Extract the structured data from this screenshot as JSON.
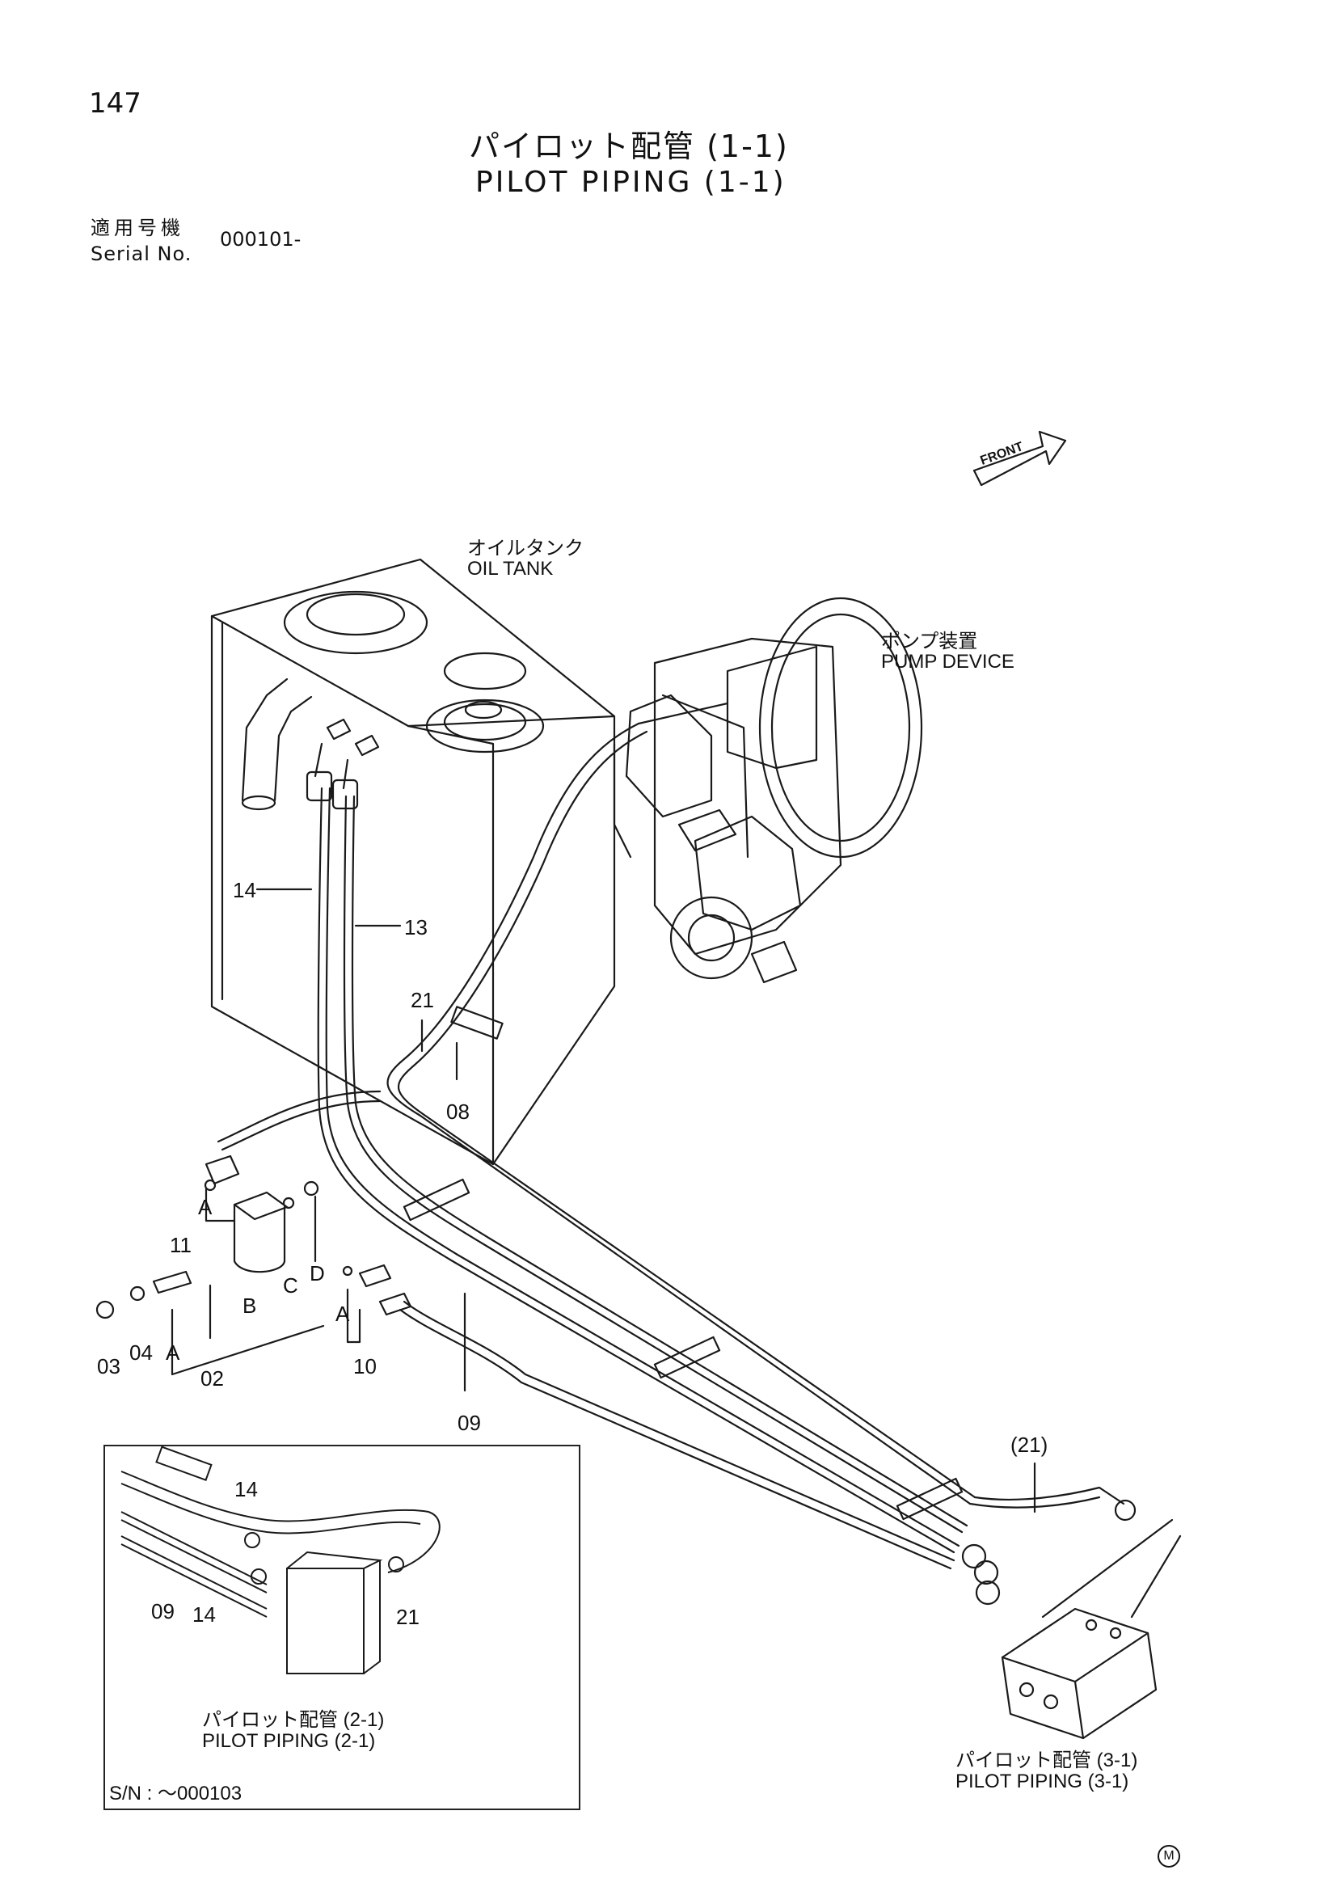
{
  "page_number": "147",
  "title_jp": "パイロット配管 (1-1)",
  "title_en": "PILOT PIPING (1-1)",
  "serial_label_jp": "適用号機",
  "serial_label_en": "Serial No.",
  "serial_value": "000101-",
  "front_label": "FRONT",
  "oil_tank": {
    "jp": "オイルタンク",
    "en": "OIL TANK"
  },
  "pump_device": {
    "jp": "ポンプ装置",
    "en": "PUMP DEVICE"
  },
  "callouts": {
    "c14": "14",
    "c13": "13",
    "c21": "21",
    "c08": "08",
    "c11": "11",
    "c02": "02",
    "c03": "03",
    "c04": "04",
    "c10": "10",
    "c09": "09",
    "c21p": "(21)",
    "letA1": "A",
    "letA2": "A",
    "letA3": "A",
    "letB": "B",
    "letC": "C",
    "letD": "D"
  },
  "inset": {
    "c14a": "14",
    "c14b": "14",
    "c09": "09",
    "c21": "21",
    "ref_jp": "パイロット配管 (2-1)",
    "ref_en": "PILOT PIPING (2-1)",
    "sn": "S/N : ～000103"
  },
  "ref_31": {
    "jp": "パイロット配管 (3-1)",
    "en": "PILOT PIPING (3-1)"
  },
  "mark": "M"
}
